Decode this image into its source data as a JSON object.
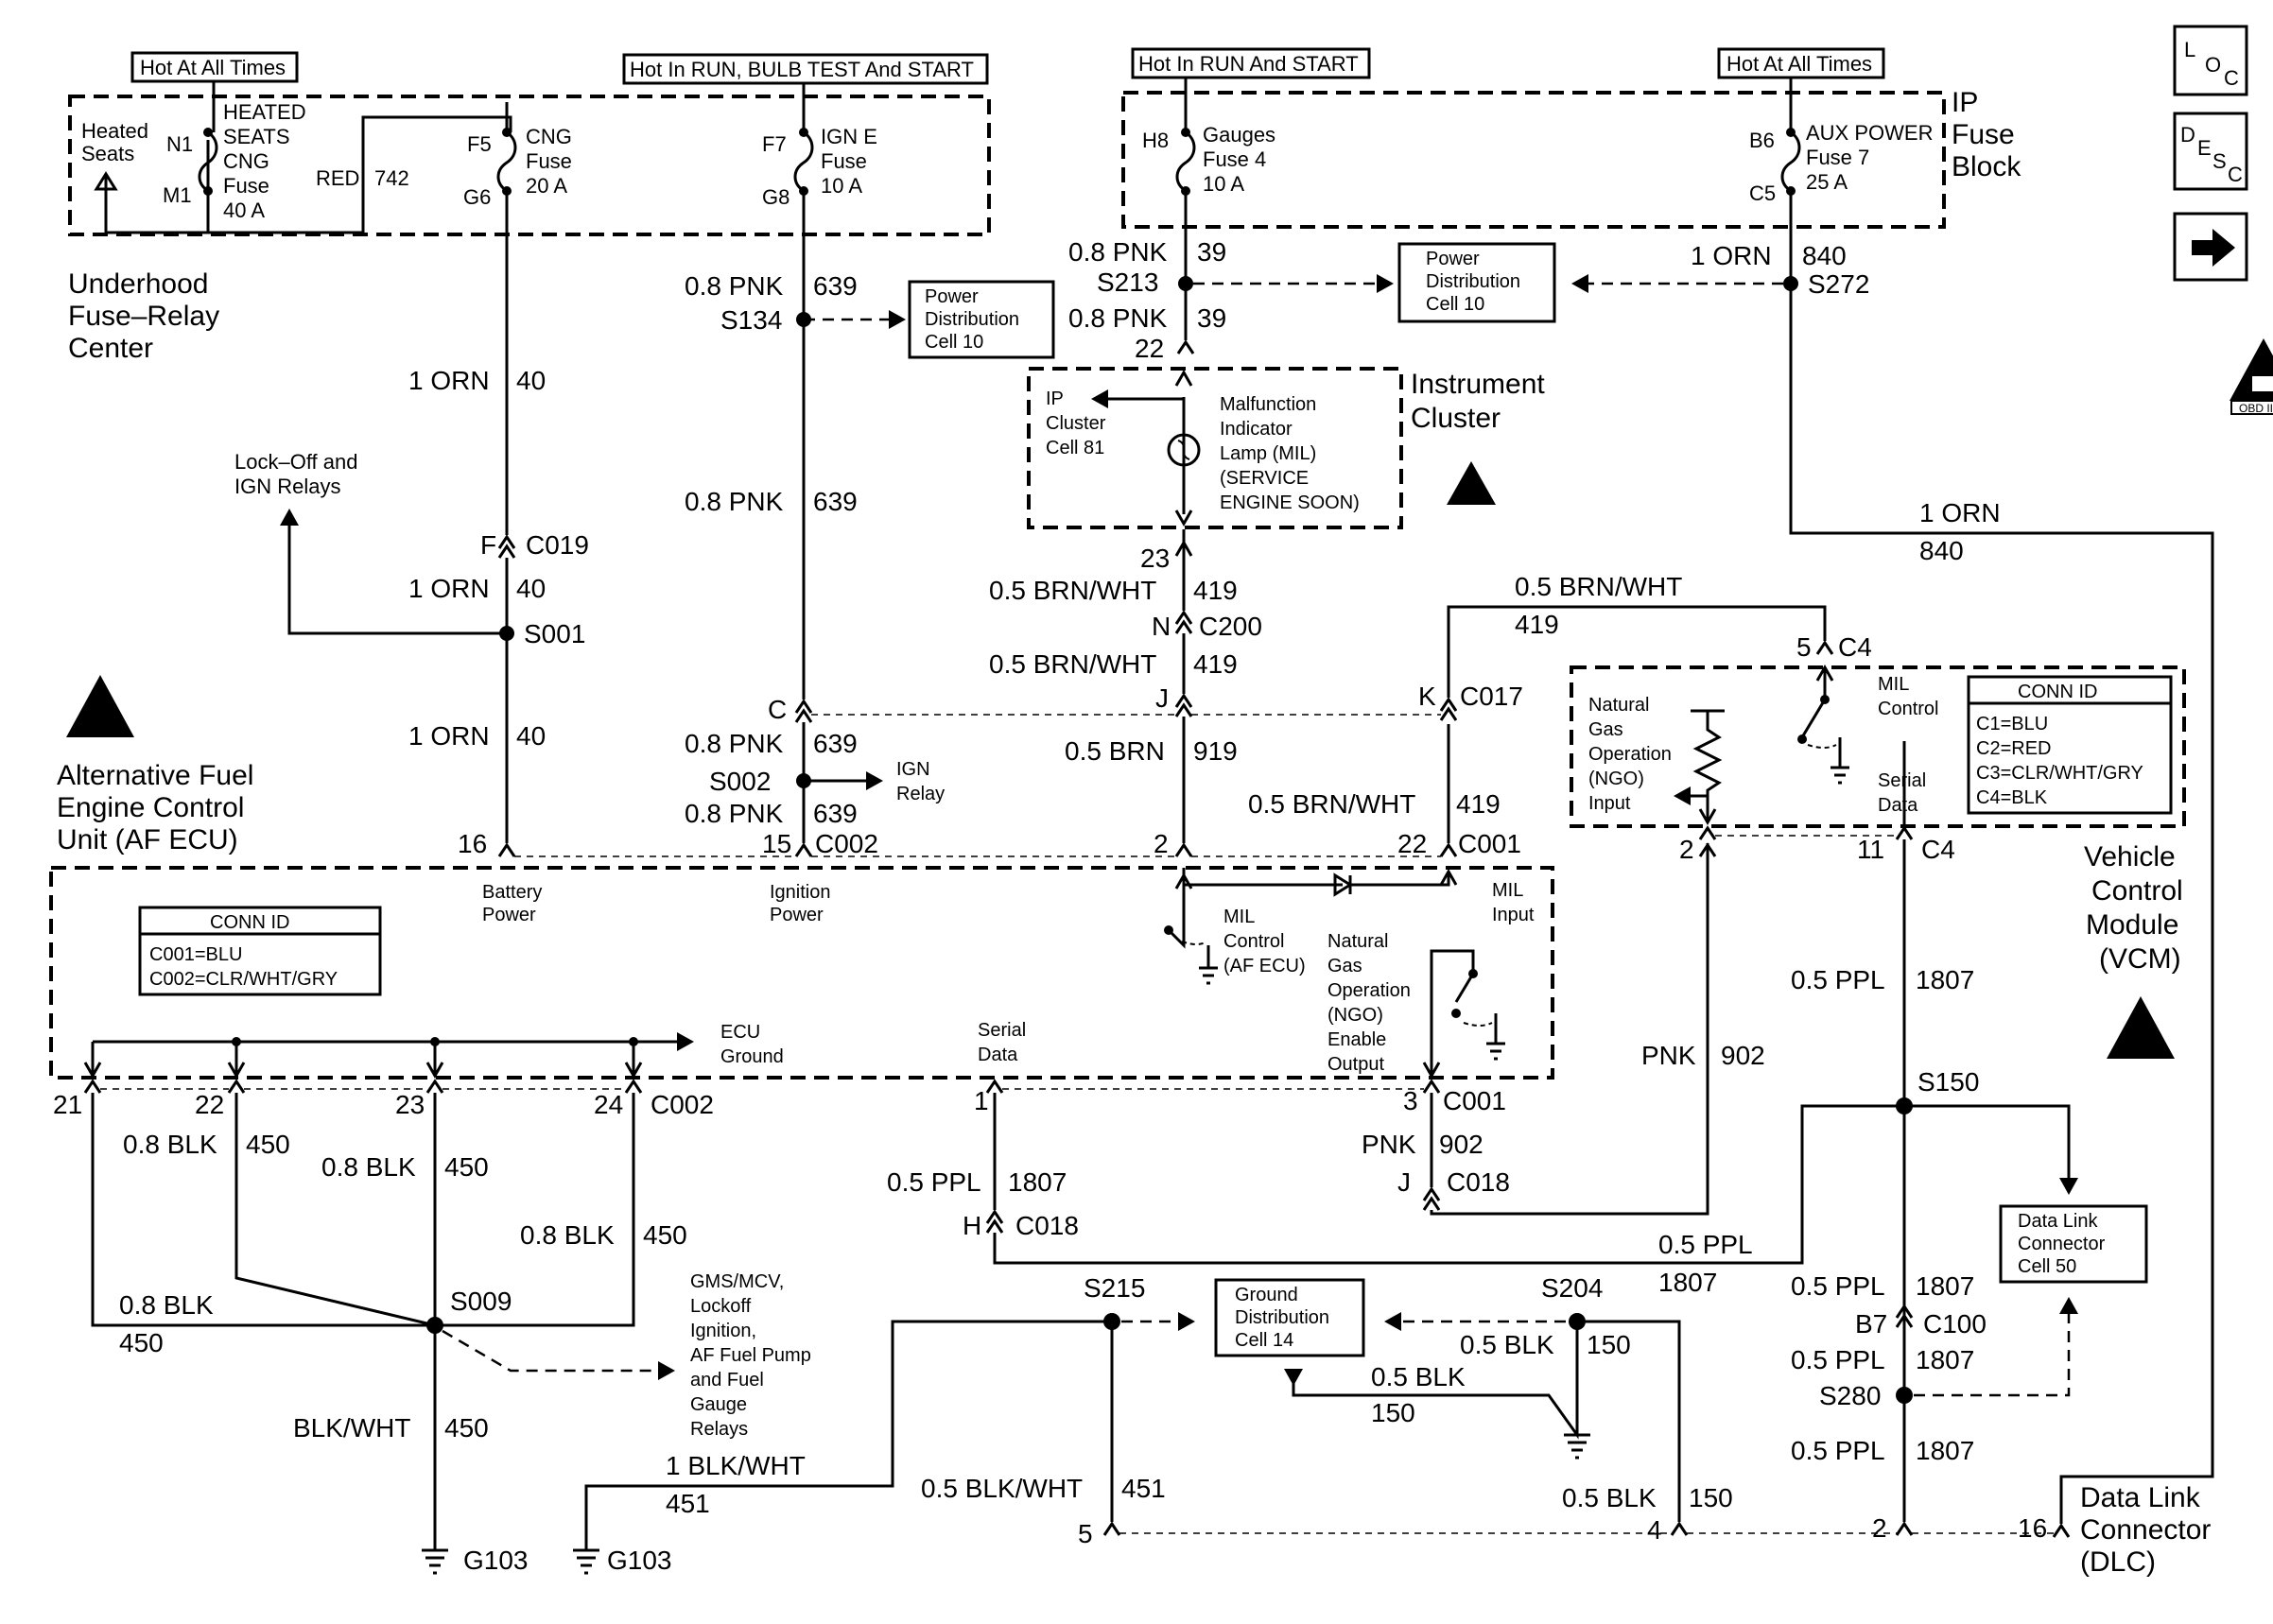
{
  "labels": {
    "hot_all_1": "Hot At All Times",
    "hot_run_bulb": "Hot In RUN, BULB TEST And START",
    "hot_run_start": "Hot In RUN And START",
    "hot_all_2": "Hot At All Times",
    "heated_seats": [
      "Heated",
      "Seats"
    ],
    "n1": "N1",
    "m1": "M1",
    "heated_fuse": [
      "HEATED",
      "SEATS",
      "CNG",
      "Fuse",
      "40 A"
    ],
    "red": "RED",
    "w742": "742",
    "f5": "F5",
    "g6": "G6",
    "cng_fuse": [
      "CNG",
      "Fuse",
      "20 A"
    ],
    "f7": "F7",
    "g8": "G8",
    "igne_fuse": [
      "IGN E",
      "Fuse",
      "10 A"
    ],
    "h8": "H8",
    "gauges_fuse": [
      "Gauges",
      "Fuse 4",
      "10 A"
    ],
    "b6": "B6",
    "c5": "C5",
    "aux_fuse": [
      "AUX POWER",
      "Fuse 7",
      "25 A"
    ],
    "ip_fuse_block": [
      "IP",
      "Fuse",
      "Block"
    ],
    "underhood": [
      "Underhood",
      "Fuse–Relay",
      "Center"
    ],
    "orn_1_a": "1 ORN",
    "w40_a": "40",
    "lockoff": [
      "Lock–Off and",
      "IGN Relays"
    ],
    "f_conn": "F",
    "c019": "C019",
    "orn_1_b": "1 ORN",
    "w40_b": "40",
    "s001": "S001",
    "orn_1_c": "1 ORN",
    "w40_c": "40",
    "pnk08_a": "0.8 PNK",
    "w639_a": "639",
    "s134": "S134",
    "pdc10_a": [
      "Power",
      "Distribution",
      "Cell 10"
    ],
    "pnk08_b": "0.8 PNK",
    "w639_b": "639",
    "c_conn": "C",
    "pnk08_c": "0.8 PNK",
    "w639_c": "639",
    "s002": "S002",
    "ign_relay": [
      "IGN",
      "Relay"
    ],
    "pnk08_d": "0.8 PNK",
    "w639_d": "639",
    "pin16": "16",
    "pin15": "15",
    "c002_a": "C002",
    "pnk08_e": "0.8 PNK",
    "w39_a": "39",
    "s213": "S213",
    "pnk08_f": "0.8 PNK",
    "w39_b": "39",
    "pin22_ic": "22",
    "pdc10_b": [
      "Power",
      "Distribution",
      "Cell 10"
    ],
    "orn_840_a": "1 ORN",
    "w840_a": "840",
    "s272": "S272",
    "ip_cluster": [
      "IP",
      "Cluster",
      "Cell 81"
    ],
    "mil_lamp": [
      "Malfunction",
      "Indicator",
      "Lamp (MIL)",
      "(SERVICE",
      "ENGINE SOON)"
    ],
    "instrument_cluster": [
      "Instrument",
      "Cluster"
    ],
    "pin23_ic": "23",
    "brnwht_a": "0.5 BRN/WHT",
    "w419_a": "419",
    "n_conn": "N",
    "c200": "C200",
    "brnwht_b": "0.5 BRN/WHT",
    "w419_b": "419",
    "j_conn_a": "J",
    "brn_919": "0.5 BRN",
    "w919": "919",
    "pin2_ecu": "2",
    "brnwht_c": "0.5 BRN/WHT",
    "w419_c": "419",
    "brnwht_d": "0.5 BRN/WHT",
    "w419_d": "419",
    "k_conn": "K",
    "c017": "C017",
    "pin22_ecu": "22",
    "c001_a": "C001",
    "pin5": "5",
    "c4_a": "C4",
    "orn_840_b": "1 ORN",
    "w840_b": "840",
    "af_ecu": [
      "Alternative Fuel",
      "Engine Control",
      "Unit (AF ECU)"
    ],
    "battery_power": [
      "Battery",
      "Power"
    ],
    "ignition_power": [
      "Ignition",
      "Power"
    ],
    "conn_id_1_title": "CONN ID",
    "conn_id_1": [
      "C001=BLU",
      "C002=CLR/WHT/GRY"
    ],
    "mil_control_ecu": [
      "MIL",
      "Control",
      "(AF ECU)"
    ],
    "mil_input": [
      "MIL",
      "Input"
    ],
    "ngo_enable": [
      "Natural",
      "Gas",
      "Operation",
      "(NGO)",
      "Enable",
      "Output"
    ],
    "ecu_ground": [
      "ECU",
      "Ground"
    ],
    "serial_data_ecu": [
      "Serial",
      "Data"
    ],
    "pin21": "21",
    "pin22g": "22",
    "pin23g": "23",
    "pin24g": "24",
    "c002_b": "C002",
    "pin1": "1",
    "pin3": "3",
    "c001_b": "C001",
    "ngo_input": [
      "Natural",
      "Gas",
      "Operation",
      "(NGO)",
      "Input"
    ],
    "mil_control_vcm": [
      "MIL",
      "Control"
    ],
    "serial_data_vcm": [
      "Serial",
      "Data"
    ],
    "conn_id_2_title": "CONN ID",
    "conn_id_2": [
      "C1=BLU",
      "C2=RED",
      "C3=CLR/WHT/GRY",
      "C4=BLK"
    ],
    "vcm": [
      "Vehicle",
      "Control",
      "Module",
      "(VCM)"
    ],
    "pin2_vcm": "2",
    "pin11": "11",
    "c4_b": "C4",
    "ppl_1807_a": "0.5 PPL",
    "w1807_a": "1807",
    "pnk902_a": "PNK",
    "w902_a": "902",
    "s150": "S150",
    "pnk902_b": "PNK",
    "w902_b": "902",
    "j_c018": "J",
    "c018_a": "C018",
    "ppl_1807_b": "0.5 PPL",
    "w1807_b": "1807",
    "h_c018": "H",
    "c018_b": "C018",
    "ppl_1807_c": "0.5 PPL",
    "w1807_c": "1807",
    "dlc_cell50": [
      "Data Link",
      "Connector",
      "Cell 50"
    ],
    "blk08_a": "0.8 BLK",
    "w450_a": "450",
    "blk08_b": "0.8 BLK",
    "w450_b": "450",
    "blk08_c": "0.8 BLK",
    "w450_c": "450",
    "blk08_d": "0.8 BLK",
    "w450_d": "450",
    "s009": "S009",
    "gms_relays": [
      "GMS/MCV,",
      "Lockoff",
      "Ignition,",
      "AF Fuel Pump",
      "and Fuel",
      "Gauge",
      "Relays"
    ],
    "blkwht_450": "BLK/WHT",
    "w450_e": "450",
    "g103_a": "G103",
    "g103_b": "G103",
    "blkwht_451_a": "1 BLK/WHT",
    "w451_a": "451",
    "s215": "S215",
    "gdc14": [
      "Ground",
      "Distribution",
      "Cell 14"
    ],
    "s204": "S204",
    "blk150_a": "0.5 BLK",
    "w150_a": "150",
    "blk150_b": "0.5 BLK",
    "w150_b": "150",
    "blkwht_451_b": "0.5 BLK/WHT",
    "w451_b": "451",
    "blk150_c": "0.5 BLK",
    "w150_c": "150",
    "ppl_1807_d": "0.5 PPL",
    "w1807_d": "1807",
    "b7": "B7",
    "c100": "C100",
    "ppl_1807_e": "0.5 PPL",
    "w1807_e": "1807",
    "s280": "S280",
    "ppl_1807_f": "0.5 PPL",
    "w1807_f": "1807",
    "pin5_dlc": "5",
    "pin4_dlc": "4",
    "pin2_dlc": "2",
    "pin16_dlc": "16",
    "dlc": [
      "Data Link",
      "Connector",
      "(DLC)"
    ],
    "obd": "OBD II",
    "loc_icon_text": [
      "L",
      "O",
      "C"
    ],
    "desc_icon_text": [
      "D",
      "E",
      "S",
      "C"
    ]
  }
}
